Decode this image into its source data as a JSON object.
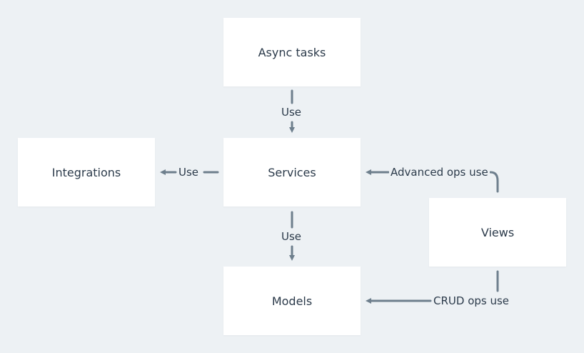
{
  "colors": {
    "background": "#edf1f4",
    "node_fill": "#ffffff",
    "edge": "#6e7f8d",
    "text": "#2b3a4a"
  },
  "nodes": {
    "async_tasks": "Async tasks",
    "integrations": "Integrations",
    "services": "Services",
    "views": "Views",
    "models": "Models"
  },
  "edges": [
    {
      "from": "Async tasks",
      "to": "Services",
      "label": "Use"
    },
    {
      "from": "Services",
      "to": "Integrations",
      "label": "Use"
    },
    {
      "from": "Services",
      "to": "Models",
      "label": "Use"
    },
    {
      "from": "Views",
      "to": "Services",
      "label": "Advanced ops use"
    },
    {
      "from": "Views",
      "to": "Models",
      "label": "CRUD ops use"
    }
  ]
}
